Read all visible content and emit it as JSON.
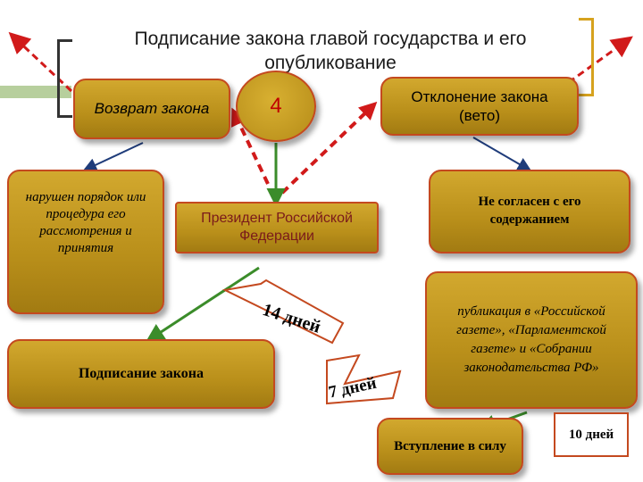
{
  "title": "Подписание закона главой государства и его опубликование",
  "nodes": {
    "return_law": "Возврат закона",
    "number": "4",
    "rejection": "Отклонение закона (вето)",
    "violation": "нарушен порядок или процедура его рассмотрения и принятия",
    "president": "Президент Российской Федерации",
    "disagree": "Не согласен с его содержанием",
    "signing": "Подписание закона",
    "publication": "публикация в «Российской газете», «Парламентской газете» и «Собрании законодательства РФ»",
    "entry_into_force": "Вступление в силу"
  },
  "labels": {
    "fourteen_days": "14 дней",
    "seven_days": "7 дней",
    "ten_days": "10 дней"
  },
  "colors": {
    "box_fill": "#c29a22",
    "box_border": "#c4491f",
    "dashed_arrow": "#d11a1a",
    "blue_arrow": "#1f3c7a",
    "green_line": "#3b8c2a",
    "number": "#c00000"
  }
}
